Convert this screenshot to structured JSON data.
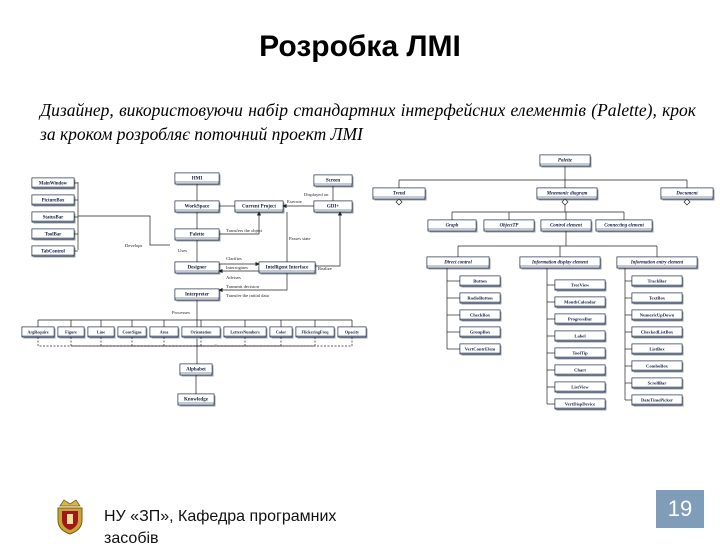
{
  "slide": {
    "title": "Розробка ЛМІ",
    "intro": "Дизайнер, використовуючи набір стандартних інтерфейсних елементів (Palette), крок за кроком розробляє поточний проект ЛМІ",
    "footer": "НУ «ЗП», Кафедра програмних засобів",
    "page_number": "19",
    "accent_color": "#7f9db9"
  },
  "left_diagram": {
    "widgets": [
      "MainWindow",
      "PictureBox",
      "StatusBar",
      "ToolBar",
      "TabControl"
    ],
    "boxes": {
      "hmi": "HMI",
      "workspace": "WorkSpace",
      "current_project": "Current Project",
      "screen": "Screen",
      "gdi": "GDI+",
      "palette": "Palette",
      "designer": "Designer",
      "intelligent": "Intelligent Interface",
      "interpreter": "Interpreter",
      "alphabet": "Alphabet",
      "knowledge": "Knowledge"
    },
    "labels": {
      "develops": "Develops",
      "uses": "Uses",
      "execute": "Execute",
      "displayed_on": "Displayed on",
      "transfers_object": "Transfers the object",
      "passes_state": "Passes state",
      "clarifies": "Clarifies",
      "interrogates": "Interrogates",
      "advises": "Advises",
      "realize": "Realize",
      "transmit_decision": "Transmit decision",
      "transfer_initial": "Transfer the initial data",
      "processes": "Processes",
      "ellipsis": "..."
    },
    "properties": [
      "ArgRequire",
      "Figure",
      "Line",
      "ConvSigns",
      "Area",
      "Orientation",
      "LettersNumbers",
      "Color",
      "FlickeringFreq",
      "Opacity"
    ]
  },
  "right_diagram": {
    "palette": "Palette",
    "level1": [
      "Trend",
      "Mnemonic diagram",
      "Document"
    ],
    "level2": [
      "Graph",
      "ObjectTP",
      "Control element",
      "Connecting element"
    ],
    "groups": [
      "Direct control",
      "Information display element",
      "Information entry element"
    ],
    "direct": [
      "Button",
      "RadioButton",
      "CheckBox",
      "GroupBox",
      "VertContrElem"
    ],
    "display": [
      "TreeView",
      "MonthCalendar",
      "ProgressBar",
      "Label",
      "ToolTip",
      "Chart",
      "ListView",
      "VertDispDevice"
    ],
    "entry": [
      "TrackBar",
      "TextBox",
      "NumericUpDown",
      "CheckedListBox",
      "ListBox",
      "ComboBox",
      "ScrollBar",
      "DateTimePicker"
    ]
  }
}
